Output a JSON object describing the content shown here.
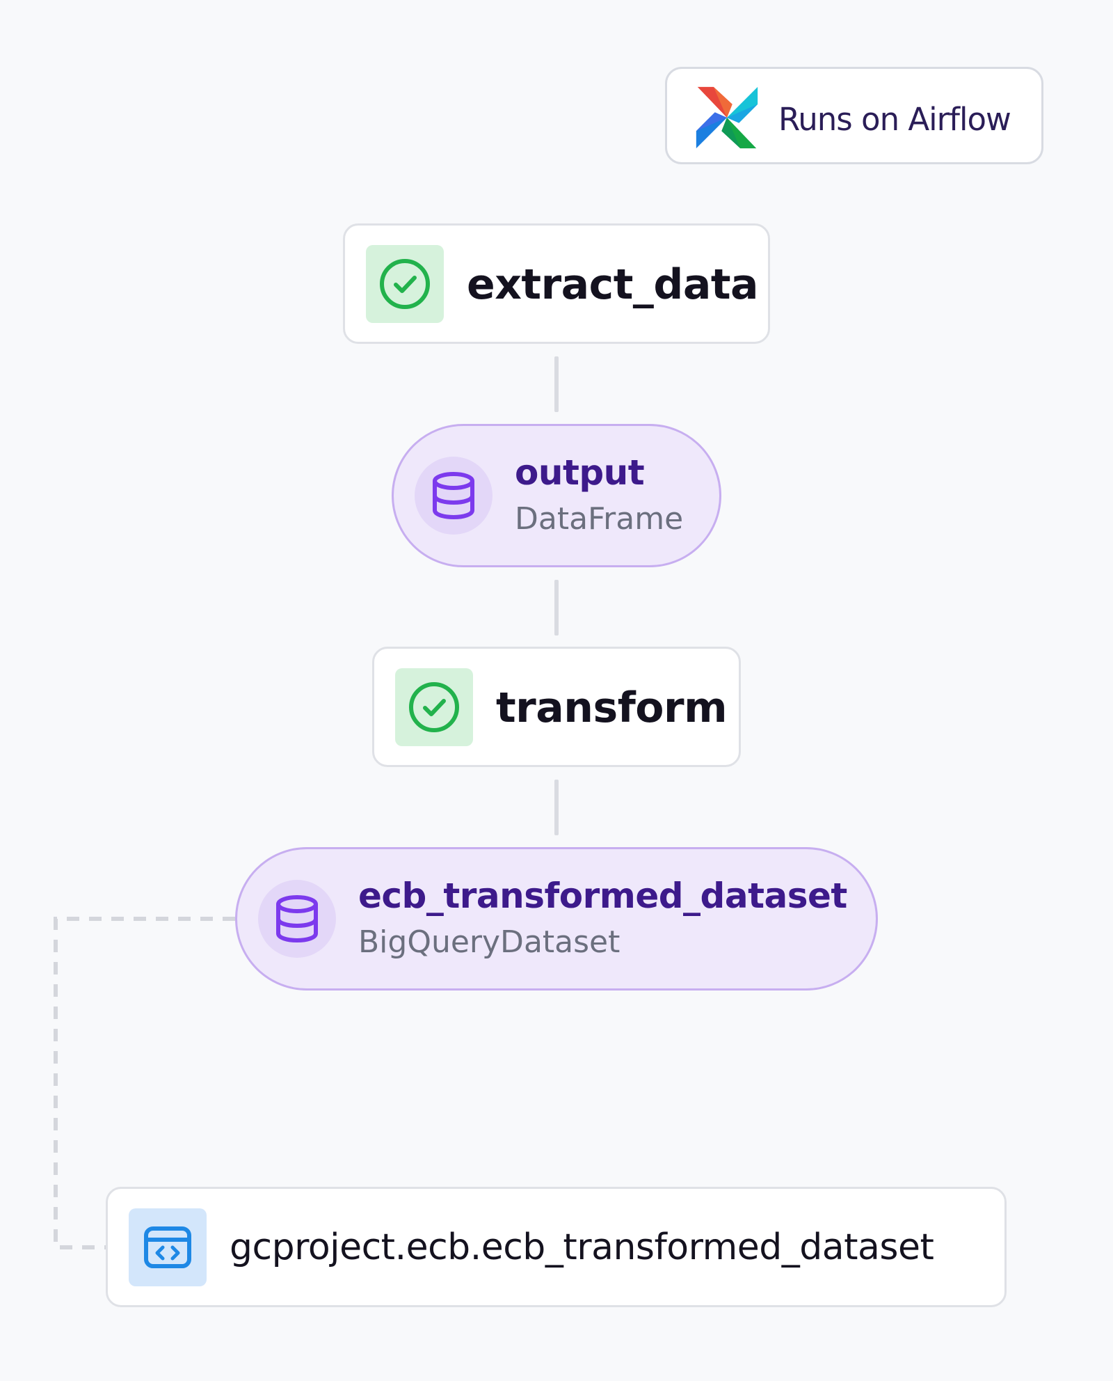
{
  "badge": {
    "text": "Runs on Airflow",
    "icon": "airflow-pinwheel-logo"
  },
  "nodes": [
    {
      "kind": "task",
      "label": "extract_data",
      "status": "success",
      "icon": "check-circle-icon"
    },
    {
      "kind": "dataset",
      "name": "output",
      "type": "DataFrame",
      "icon": "database-icon"
    },
    {
      "kind": "task",
      "label": "transform",
      "status": "success",
      "icon": "check-circle-icon"
    },
    {
      "kind": "dataset",
      "name": "ecb_transformed_dataset",
      "type": "BigQueryDataset",
      "icon": "database-icon"
    },
    {
      "kind": "resource",
      "label": "gcproject.ecb.ecb_transformed_dataset",
      "icon": "code-window-icon"
    }
  ],
  "colors": {
    "background": "#f8f9fb",
    "task_border": "#dfe1e6",
    "success_bg": "#d6f2dc",
    "success_icon": "#22b24c",
    "dataset_bg": "#efe8fb",
    "dataset_border": "#c7aef0",
    "dataset_text": "#3d1a8b",
    "dataset_icon": "#7c3aed",
    "resource_icon_bg": "#d3e6fb",
    "resource_icon": "#1e88e5",
    "connector": "#d9dbe1"
  }
}
